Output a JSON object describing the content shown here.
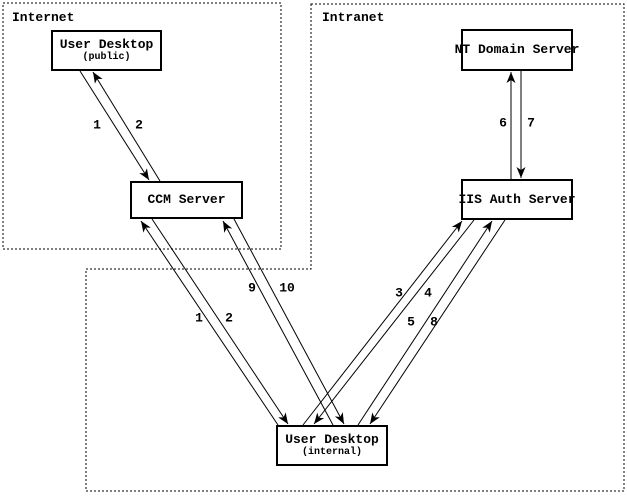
{
  "diagram": {
    "zones": {
      "internet": {
        "label": "Internet"
      },
      "intranet": {
        "label": "Intranet"
      }
    },
    "nodes": {
      "user_desktop_public": {
        "title": "User Desktop",
        "subtitle": "(public)"
      },
      "ccm_server": {
        "title": "CCM Server"
      },
      "nt_domain_server": {
        "title": "NT Domain Server"
      },
      "iis_auth_server": {
        "title": "IIS Auth Server"
      },
      "user_desktop_internal": {
        "title": "User Desktop",
        "subtitle": "(internal)"
      }
    },
    "step_labels": {
      "public_1": "1",
      "public_2": "2",
      "internal_1": "1",
      "internal_2": "2",
      "s3": "3",
      "s4": "4",
      "s5": "5",
      "s6": "6",
      "s7": "7",
      "s8": "8",
      "s9": "9",
      "s10": "10"
    },
    "colors": {
      "line": "#000000",
      "background": "#ffffff"
    }
  }
}
